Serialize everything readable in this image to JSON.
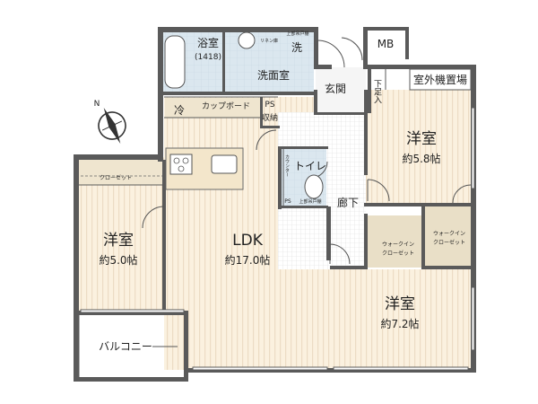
{
  "rooms": {
    "bath": {
      "name": "浴室",
      "size": "(1418)"
    },
    "washroom": {
      "name": "洗面室",
      "wash_mark": "洗",
      "laundry_label": "リネン庫",
      "upper_storage": "上部吊戸棚"
    },
    "mb": {
      "name": "MB"
    },
    "entrance": {
      "name": "玄関"
    },
    "shoe_storage": {
      "name": "下足入"
    },
    "outdoor_unit": {
      "name": "室外機置場"
    },
    "fridge": {
      "name": "冷"
    },
    "cupboard": {
      "name": "カップボード"
    },
    "ps_top": {
      "name": "PS"
    },
    "storage": {
      "name": "収納"
    },
    "counter": {
      "name": "カウンター"
    },
    "toilet": {
      "name": "トイレ",
      "upper_storage": "上部吊戸棚",
      "ps": "PS"
    },
    "corridor": {
      "name": "廊下"
    },
    "bedroom_ne": {
      "name": "洋室",
      "size": "約5.8帖"
    },
    "closet_w": {
      "name": "クローゼット"
    },
    "bedroom_w": {
      "name": "洋室",
      "size": "約5.0帖"
    },
    "ldk": {
      "name": "LDK",
      "size": "約17.0帖"
    },
    "wic_1": {
      "name_l1": "ウォークイン",
      "name_l2": "クローゼット"
    },
    "wic_2": {
      "name_l1": "ウォークイン",
      "name_l2": "クローゼット"
    },
    "bedroom_se": {
      "name": "洋室",
      "size": "約7.2帖"
    },
    "balcony": {
      "name": "バルコニー"
    }
  },
  "compass": {
    "label": "N"
  },
  "colors": {
    "wall": "#5a5a5a",
    "floor": "#fbf1df",
    "floor_stripe": "#ecdcc4",
    "closet_band": "#efe5cf",
    "wet_area": "#dbe7ef",
    "wic_fill": "#e9dfc7"
  }
}
